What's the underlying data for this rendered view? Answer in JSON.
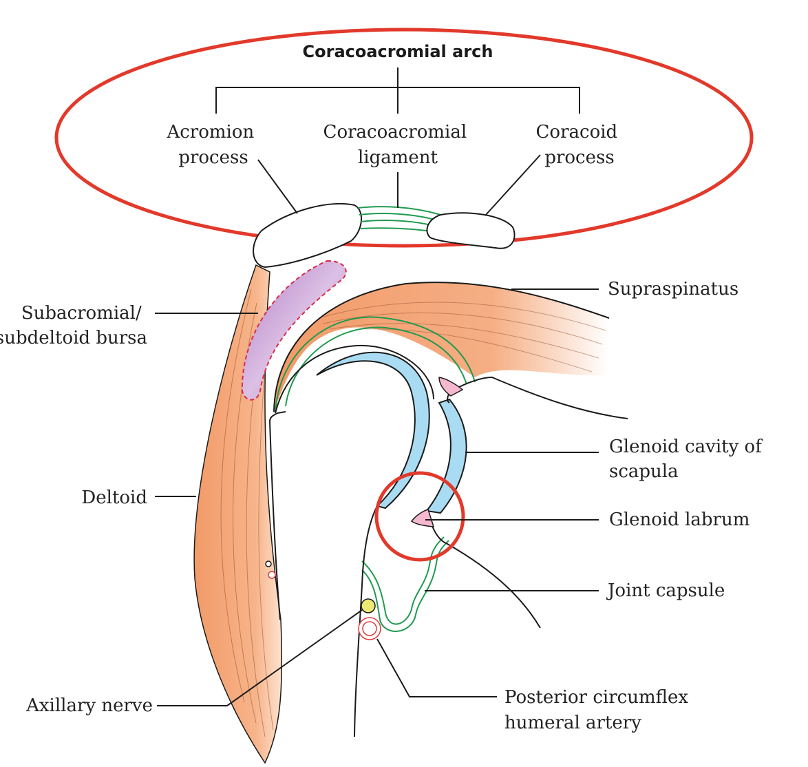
{
  "title": "Coracoacromial arch",
  "arch_parts": {
    "acromion": [
      "Acromion",
      "process"
    ],
    "ligament": [
      "Coracoacromial",
      "ligament"
    ],
    "coracoid": [
      "Coracoid",
      "process"
    ]
  },
  "labels": {
    "supraspinatus": [
      "Supraspinatus"
    ],
    "bursa": [
      "Subacromial/",
      "subdeltoid bursa"
    ],
    "glenoid_cavity": [
      "Glenoid cavity of",
      "scapula"
    ],
    "deltoid": [
      "Deltoid"
    ],
    "glenoid_labrum": [
      "Glenoid labrum"
    ],
    "joint_capsule": [
      "Joint capsule"
    ],
    "axillary_nerve": [
      "Axillary nerve"
    ],
    "artery": [
      "Posterior circumflex",
      "humeral artery"
    ]
  },
  "colors": {
    "highlight": "#e2392b",
    "muscle": "#f4a070",
    "bursa": "#c69bd0",
    "cartilage": "#a9dcf3",
    "labrum": "#f6b8cf",
    "capsule": "#1f9a4e",
    "nerve": "#ecea72",
    "artery": "#e03a3a"
  }
}
